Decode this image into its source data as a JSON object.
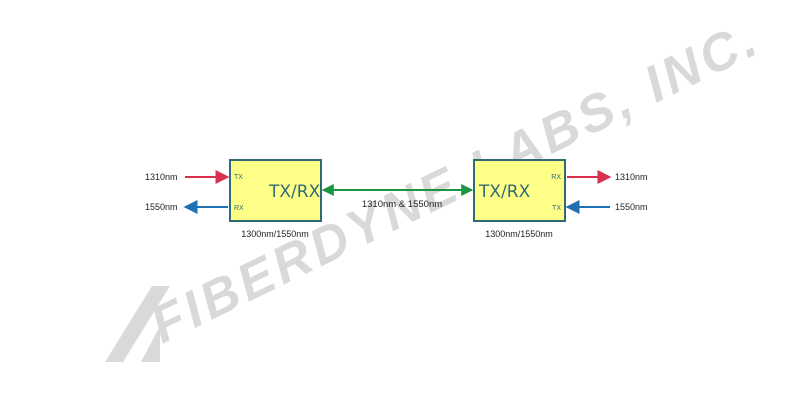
{
  "watermark": {
    "text": "FIBERDYNE LABS, INC.",
    "logo_icon": "fiberdyne-logo-icon",
    "color": "#d9d9d9"
  },
  "left_unit": {
    "title": "TX/RX",
    "port_tx": "TX",
    "port_rx": "RX",
    "caption": "1300nm/1550nm",
    "input_label": "1310nm",
    "output_label": "1550nm"
  },
  "right_unit": {
    "title": "TX/RX",
    "port_rx": "RX",
    "port_tx": "TX",
    "caption": "1300nm/1550nm",
    "output_label": "1310nm",
    "input_label": "1550nm"
  },
  "link": {
    "label": "1310nm & 1550nm"
  },
  "colors": {
    "box_fill": "#ffff88",
    "box_border": "#2f6b72",
    "red_arrow": "#d9304f",
    "blue_arrow": "#1f6fb5",
    "green_arrow": "#1a9641"
  }
}
